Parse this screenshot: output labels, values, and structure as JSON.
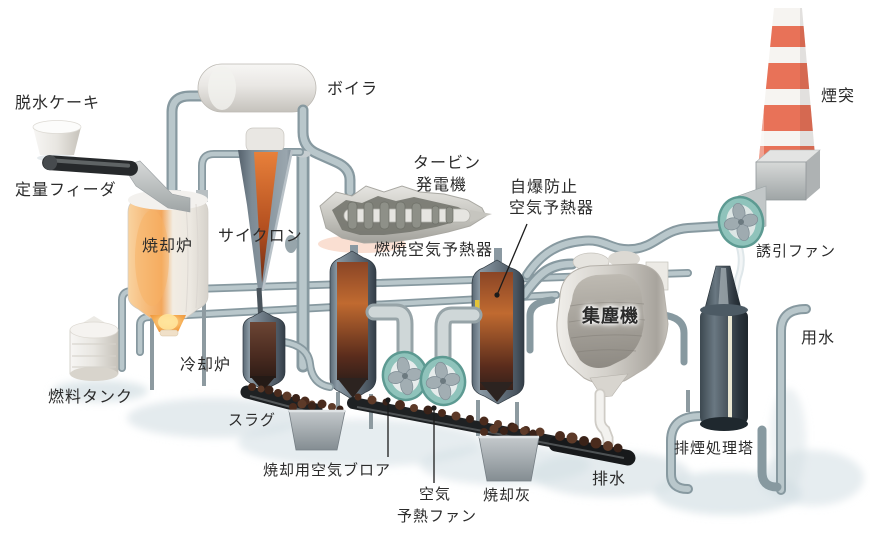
{
  "diagram": {
    "labels": {
      "dewatered_cake": "脱水ケーキ",
      "feeder": "定量フィーダ",
      "incinerator": "焼却炉",
      "cyclone": "サイクロン",
      "boiler": "ボイラ",
      "turbine_generator": {
        "line1": "タービン",
        "line2": "発電機"
      },
      "combustion_air_preheater": "燃焼空気予熱器",
      "antiignition_air_preheater": {
        "line1": "自爆防止",
        "line2": "空気予熱器"
      },
      "chimney": "煙突",
      "induced_fan": "誘引ファン",
      "dust_collector": "集塵機",
      "service_water": "用水",
      "cooling_furnace": "冷却炉",
      "fuel_tank": "燃料タンク",
      "slag": "スラグ",
      "incineration_air_blower": "焼却用空気ブロア",
      "air_preheat_fan": {
        "line1": "空気",
        "line2": "予熱ファン"
      },
      "incineration_ash": "焼却灰",
      "drain_water": "排水",
      "flue_gas_treatment_tower": "排煙処理塔"
    },
    "colors": {
      "chimney_red": "#e87258",
      "fan_teal": "#8fc3bb",
      "pipe_gray": "#9fb1b8",
      "hot_orange": "#ef9a3e",
      "vessel_steel": "#5a6874",
      "label_text": "#2b2b2b",
      "shadow": "#d2dee3",
      "conveyor_black": "#1e2123",
      "lump_brown": "#4a2b1d"
    }
  }
}
